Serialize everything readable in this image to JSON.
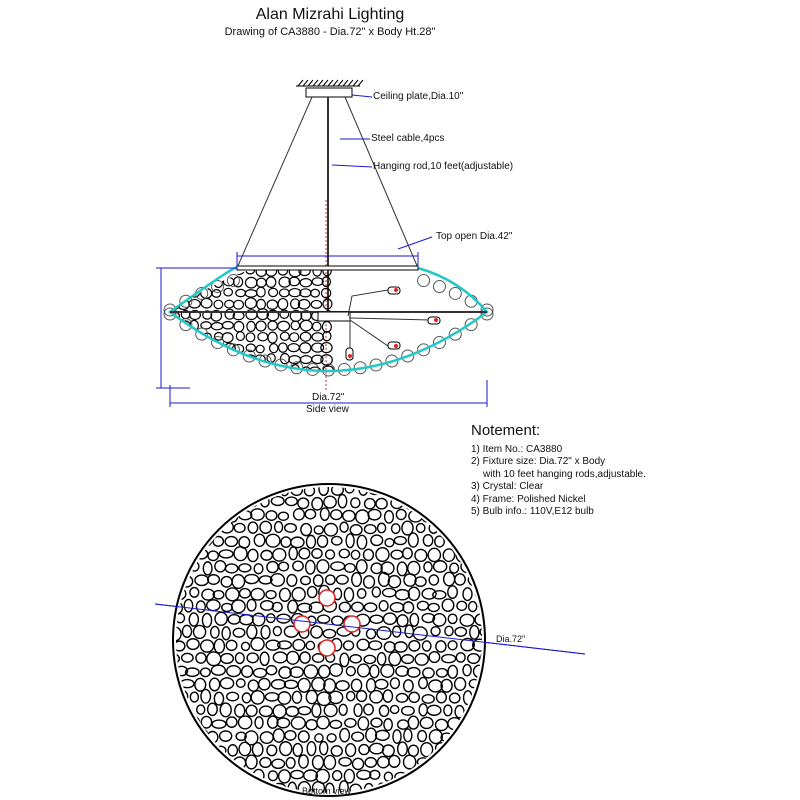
{
  "header": {
    "title": "Alan Mizrahi Lighting",
    "subtitle": "Drawing of CA3880 - Dia.72\" x Body Ht.28\""
  },
  "side_view": {
    "caption": "Side view",
    "dimension": "Dia.72\"",
    "callouts": {
      "ceiling_plate": "Ceiling plate,Dia.10\"",
      "steel_cable": "Steel cable,4pcs",
      "hanging_rod": "Hanging rod,10 feet(adjustable)",
      "top_open": "Top open Dia.42\""
    }
  },
  "bottom_view": {
    "caption": "Bottom view",
    "dimension": "Dia.72\""
  },
  "notes": {
    "heading": "Notement:",
    "items": [
      "1) Item No.: CA3880",
      "2) Fixture size: Dia.72\" x Body",
      "with 10 feet hanging rods,adjustable.",
      "3) Crystal: Clear",
      "4) Frame: Polished Nickel",
      "5) Bulb info.: 110V,E12 bulb"
    ]
  },
  "colors": {
    "dimension": "#1a1ad0",
    "frame": "#20c8c8",
    "bulb": "#e02020"
  }
}
